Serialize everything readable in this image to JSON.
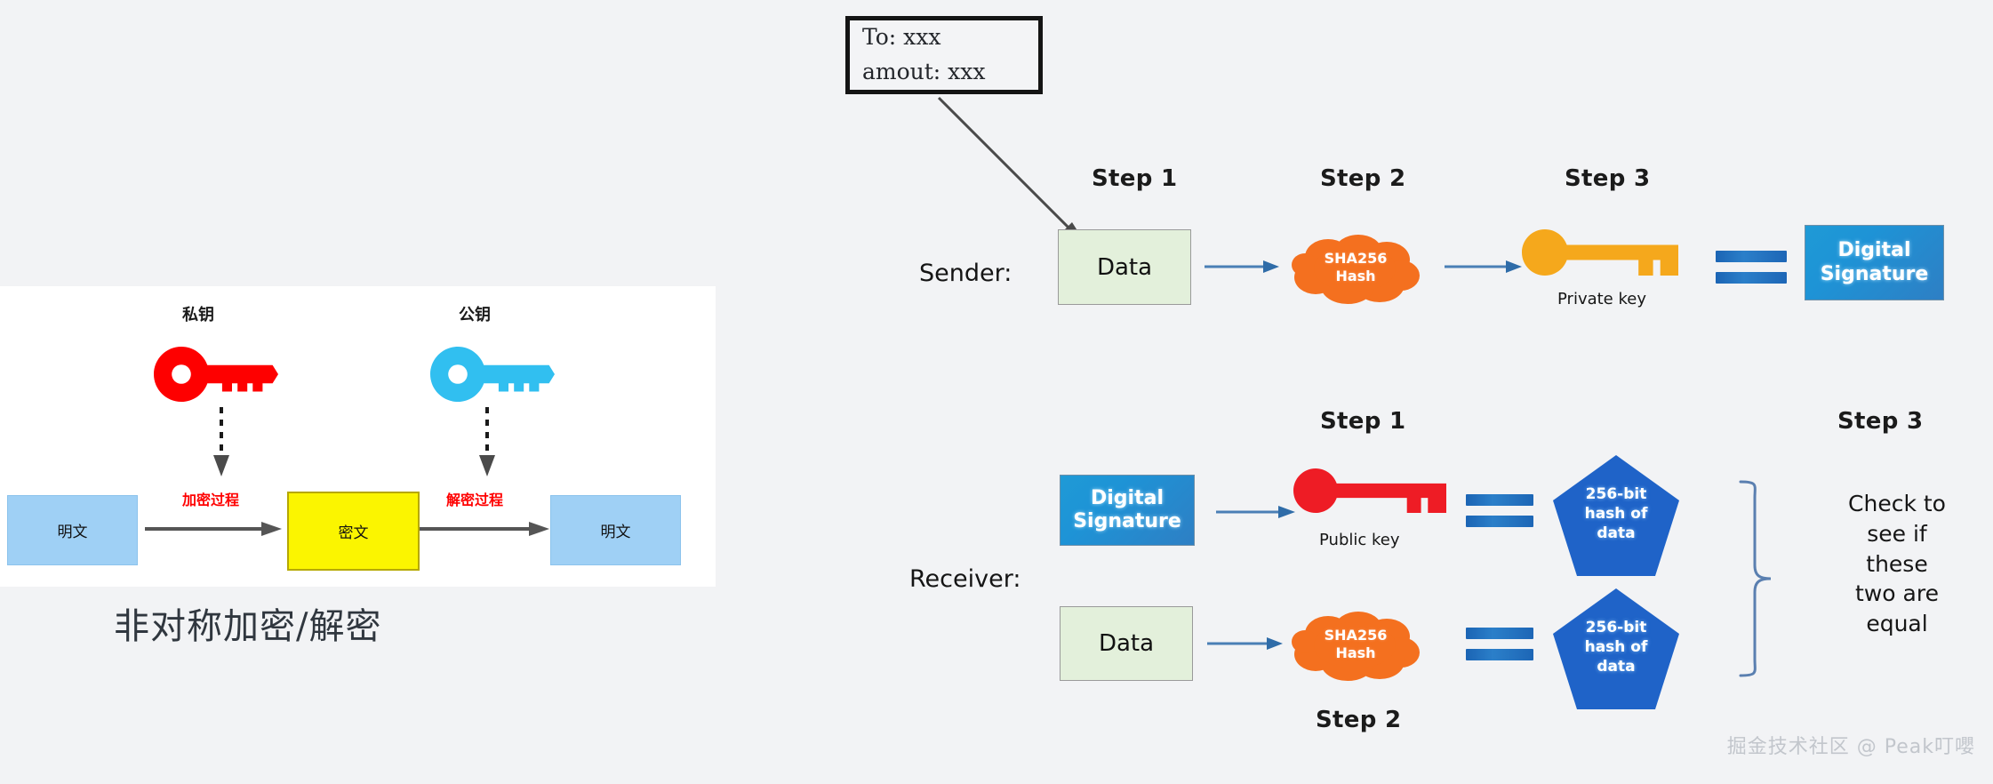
{
  "colors": {
    "background": "#f2f3f5",
    "panel": "#ffffff",
    "arrow_blue": "#4a7fb5",
    "arrow_gray": "#555555",
    "cloud_orange": "#f4701f",
    "pentagon_blue": "#1f63c8",
    "private_key_gold": "#f5a81c",
    "public_key_red": "#ee1c25",
    "cn_private_key_red": "#fe0000",
    "cn_public_key_blue": "#31bff0",
    "data_box_green": "#e3f0db",
    "signature_blue": "#1e93d6",
    "plaintext_blue": "#9fd0f5",
    "ciphertext_yellow": "#fbf500",
    "proc_label_red": "#ff0000",
    "equals_blue": "#2b7fc9",
    "brace_blue": "#5a7fb0",
    "watermark_gray": "#c2c6cc"
  },
  "note": {
    "name": "transaction-note",
    "line1": "To: xxx",
    "line2": "amout: xxx"
  },
  "left_diagram": {
    "caption": "非对称加密/解密",
    "private_key_label": "私钥",
    "public_key_label": "公钥",
    "encrypt_label": "加密过程",
    "decrypt_label": "解密过程",
    "plaintext_in": "明文",
    "ciphertext": "密文",
    "plaintext_out": "明文"
  },
  "sender_row": {
    "role": "Sender:",
    "step1": "Step 1",
    "step2": "Step 2",
    "step3": "Step 3",
    "data": "Data",
    "hash_line1": "SHA256",
    "hash_line2": "Hash",
    "key_label": "Private key",
    "signature_line1": "Digital",
    "signature_line2": "Signature"
  },
  "receiver_row": {
    "role": "Receiver:",
    "step1": "Step 1",
    "step2": "Step 2",
    "step3": "Step 3",
    "signature_line1": "Digital",
    "signature_line2": "Signature",
    "key_label": "Public key",
    "data": "Data",
    "hash_line1": "SHA256",
    "hash_line2": "Hash",
    "pentagon_top": {
      "l1": "256-bit",
      "l2": "hash of",
      "l3": "data"
    },
    "pentagon_bottom": {
      "l1": "256-bit",
      "l2": "hash of",
      "l3": "data"
    },
    "check_l1": "Check to",
    "check_l2": "see if",
    "check_l3": "these",
    "check_l4": "two are",
    "check_l5": "equal"
  },
  "watermark": {
    "text": "掘金技术社区 @ Peak叮嚶"
  }
}
